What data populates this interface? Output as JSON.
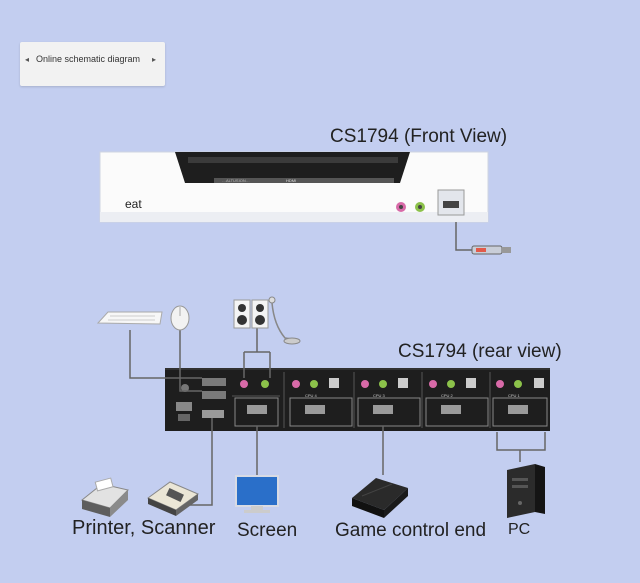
{
  "tag": {
    "text": "Online schematic diagram"
  },
  "front": {
    "title": "CS1794 (Front View)",
    "eat_label": "eat",
    "slot_text_left": "…ALTUSION…",
    "slot_text_mid": "HDMI"
  },
  "rear": {
    "title": "CS1794 (rear view)",
    "port_labels": [
      "CPU 4",
      "CPU 3",
      "CPU 2",
      "CPU 1"
    ]
  },
  "labels": {
    "printer_scanner": "Printer, Scanner",
    "screen": "Screen",
    "game_control": "Game control end",
    "pc": "PC"
  },
  "colors": {
    "background": "#c3cef0",
    "device_body": "#1e1e1e",
    "audio_pink": "#d86aa8",
    "audio_green": "#8cc24a"
  }
}
